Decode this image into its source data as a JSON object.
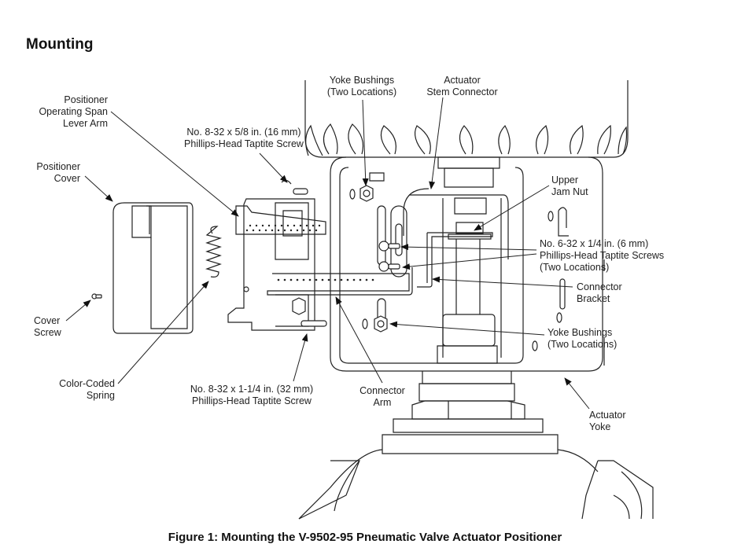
{
  "section_heading": "Mounting",
  "figure": {
    "caption": "Figure 1: Mounting the V-9502-95 Pneumatic Valve Actuator Positioner",
    "callouts": {
      "lever_arm": "Positioner\nOperating Span\nLever Arm",
      "screw_5_8": "No. 8-32 x 5/8 in. (16 mm)\nPhillips-Head Taptite Screw",
      "yoke_bushings_top": "Yoke Bushings\n(Two Locations)",
      "stem_connector": "Actuator\nStem Connector",
      "positioner_cover": "Positioner\nCover",
      "upper_jam_nut": "Upper\nJam Nut",
      "screws_6_32": "No. 6-32 x 1/4 in. (6 mm)\nPhillips-Head Taptite Screws\n(Two Locations)",
      "connector_bracket": "Connector\nBracket",
      "cover_screw": "Cover\nScrew",
      "yoke_bushings_bottom": "Yoke Bushings\n(Two Locations)",
      "spring": "Color-Coded\nSpring",
      "screw_1_1_4": "No. 8-32 x 1-1/4 in. (32 mm)\nPhillips-Head Taptite Screw",
      "connector_arm": "Connector\nArm",
      "actuator_yoke": "Actuator\nYoke"
    }
  }
}
